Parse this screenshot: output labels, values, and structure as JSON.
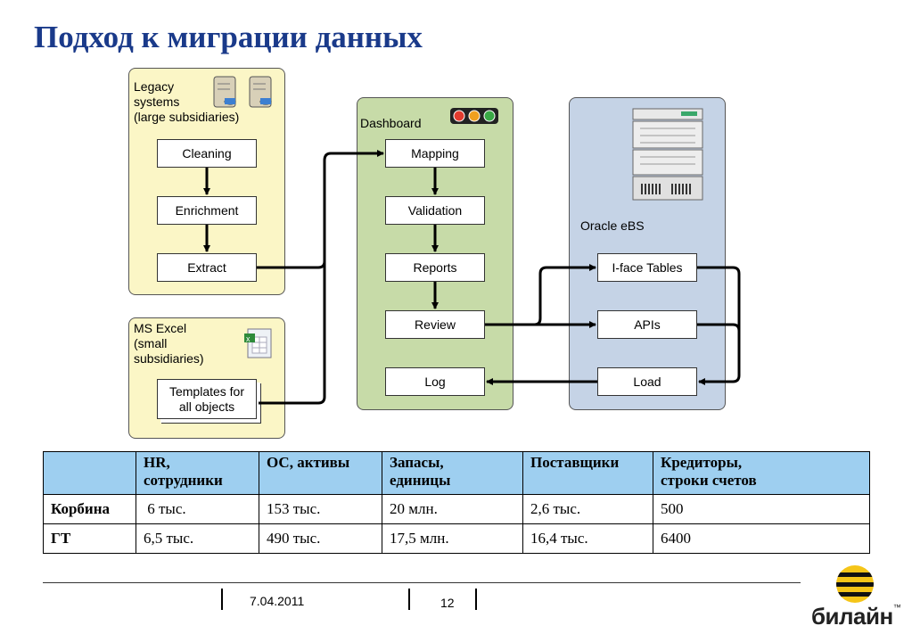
{
  "title": "Подход к миграции данных",
  "legacy": {
    "label_lines": [
      "Legacy",
      "systems",
      "(large subsidiaries)"
    ],
    "steps": [
      "Cleaning",
      "Enrichment",
      "Extract"
    ]
  },
  "excel": {
    "label_lines": [
      "MS Excel",
      "(small",
      "subsidiaries)"
    ],
    "template_lines": [
      "Templates for",
      "all objects"
    ]
  },
  "dashboard": {
    "label": "Dashboard",
    "steps": [
      "Mapping",
      "Validation",
      "Reports",
      "Review",
      "Log"
    ],
    "lights": [
      "#e23b2e",
      "#f0a020",
      "#39a845"
    ]
  },
  "oracle": {
    "label": "Oracle eBS",
    "steps": [
      "I-face Tables",
      "APIs",
      "Load"
    ]
  },
  "table": {
    "headers": [
      [
        "",
        ""
      ],
      [
        "HR,",
        "сотрудники"
      ],
      [
        "ОС, активы",
        ""
      ],
      [
        "Запасы,",
        "единицы"
      ],
      [
        "Поставщики",
        ""
      ],
      [
        "Кредиторы,",
        "строки счетов"
      ]
    ],
    "rows": [
      [
        "Корбина",
        " 6 тыс.",
        "153 тыс.",
        "20 млн.",
        "2,6 тыс.",
        "500"
      ],
      [
        "ГТ",
        "6,5 тыс.",
        "490 тыс.",
        "17,5 млн.",
        "16,4 тыс.",
        "6400"
      ]
    ]
  },
  "footer": {
    "date": "7.04.2011",
    "page": "12",
    "brand": "билайн",
    "tm": "™"
  },
  "icons": {
    "legacy": "database-server-icon",
    "excel": "excel-file-icon",
    "oracle": "server-rack-icon",
    "logo": "beeline-logo-icon"
  }
}
